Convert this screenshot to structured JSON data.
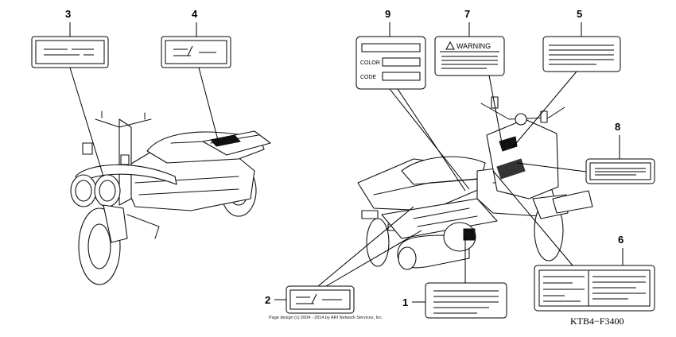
{
  "diagram_code": "KTB4−F3400",
  "copyright": "Page design (c) 2004 - 2014 by ARI Network Services, Inc.",
  "callouts": [
    {
      "number": "1"
    },
    {
      "number": "2"
    },
    {
      "number": "3"
    },
    {
      "number": "4"
    },
    {
      "number": "5"
    },
    {
      "number": "6"
    },
    {
      "number": "7"
    },
    {
      "number": "8"
    },
    {
      "number": "9"
    }
  ],
  "labels": {
    "warning_label": "WARNING",
    "color_field": "COLOR",
    "code_field": "CODE"
  }
}
